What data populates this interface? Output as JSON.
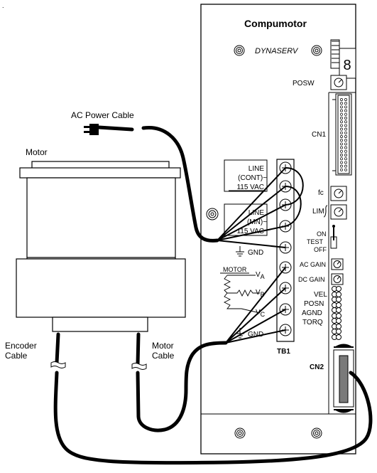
{
  "labels": {
    "ac_power_cable": "AC Power Cable",
    "motor": "Motor",
    "encoder_cable_line1": "Encoder",
    "encoder_cable_line2": "Cable",
    "motor_cable_line1": "Motor",
    "motor_cable_line2": "Cable"
  },
  "drive": {
    "brand": "Compumotor",
    "model": "DYNASERV",
    "display_digit": "8",
    "posw": "POSW",
    "cn1": "CN1",
    "cn2": "CN2",
    "tb1": "TB1",
    "fc": "fc",
    "lim": "LIM",
    "test_switch": {
      "on": "ON",
      "test": "TEST",
      "off": "OFF"
    },
    "ac_gain": "AC GAIN",
    "dc_gain": "DC GAIN",
    "outputs": [
      "VEL",
      "POSN",
      "AGND",
      "TORQ"
    ]
  },
  "terminals": {
    "line_cont": [
      "LINE",
      "(CONT)~",
      "115 VAC"
    ],
    "line_mn": [
      "LINE",
      "(MN)~",
      "115 VAC"
    ],
    "gnd": "GND",
    "gnd2": "GND",
    "motor_header": "MOTOR",
    "phase_a": "V",
    "phase_a_sub": "A",
    "phase_b": "V",
    "phase_b_sub": "B",
    "phase_c": "V",
    "phase_c_sub": "C"
  }
}
